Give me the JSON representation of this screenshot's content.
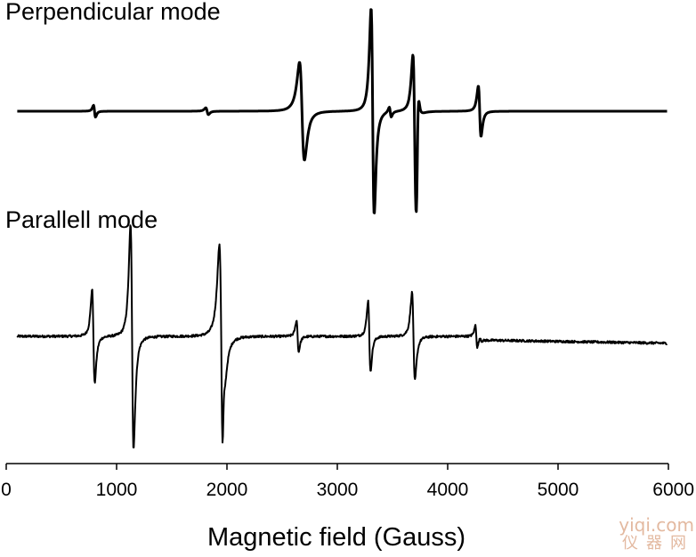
{
  "chart_data": {
    "type": "line",
    "xlabel": "Magnetic field  (Gauss)",
    "xlim": [
      0,
      6000
    ],
    "x_ticks": [
      0,
      1000,
      2000,
      3000,
      4000,
      5000,
      6000
    ],
    "x_tick_labels": [
      "0",
      "1000",
      "2000",
      "3000",
      "4000",
      "5000",
      "6000"
    ],
    "grid": false,
    "y_axis_visible": false,
    "series": [
      {
        "name": "Perpendicular mode",
        "x_range": [
          100,
          5990
        ],
        "noise": 0.0,
        "signals": [
          {
            "center": 800,
            "amplitude": 0.07,
            "width": 9
          },
          {
            "center": 1820,
            "amplitude": 0.04,
            "width": 12
          },
          {
            "center": 2680,
            "amplitude": 0.58,
            "width": 22
          },
          {
            "center": 3320,
            "amplitude": 1.22,
            "width": 14
          },
          {
            "center": 3480,
            "amplitude": 0.06,
            "width": 9
          },
          {
            "center": 3700,
            "amplitude": 0.75,
            "width": 14
          },
          {
            "center": 3725,
            "amplitude": -0.45,
            "width": 10
          },
          {
            "center": 4290,
            "amplitude": 0.3,
            "width": 12
          }
        ]
      },
      {
        "name": "Parallell mode",
        "x_range": [
          100,
          5990
        ],
        "noise": 0.012,
        "signals": [
          {
            "center": 790,
            "amplitude": 0.5,
            "width": 12
          },
          {
            "center": 1140,
            "amplitude": 1.2,
            "width": 14
          },
          {
            "center": 1950,
            "amplitude": 1.05,
            "width": 18
          },
          {
            "center": 1965,
            "amplitude": -0.35,
            "width": 9
          },
          {
            "center": 2640,
            "amplitude": 0.17,
            "width": 10
          },
          {
            "center": 3290,
            "amplitude": 0.38,
            "width": 11
          },
          {
            "center": 3690,
            "amplitude": 0.47,
            "width": 13
          },
          {
            "center": 4260,
            "amplitude": 0.12,
            "width": 9
          }
        ]
      }
    ]
  },
  "watermark": {
    "line1": "yiqi.com",
    "line2": "仪器网"
  }
}
